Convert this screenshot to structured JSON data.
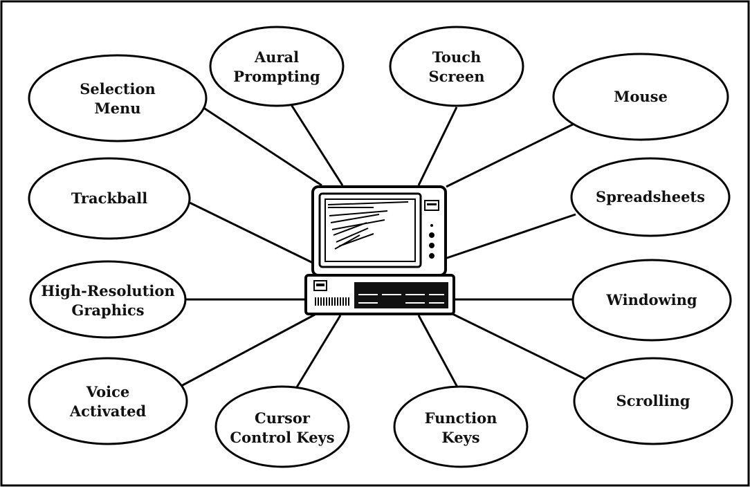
{
  "diagram": {
    "center": {
      "name": "computer",
      "icon": "desktop-computer-icon"
    },
    "nodes": [
      {
        "id": "selection-menu",
        "lines": [
          "Selection",
          "Menu"
        ]
      },
      {
        "id": "aural-prompting",
        "lines": [
          "Aural",
          "Prompting"
        ]
      },
      {
        "id": "touch-screen",
        "lines": [
          "Touch",
          "Screen"
        ]
      },
      {
        "id": "mouse",
        "lines": [
          "Mouse"
        ]
      },
      {
        "id": "trackball",
        "lines": [
          "Trackball"
        ]
      },
      {
        "id": "spreadsheets",
        "lines": [
          "Spreadsheets"
        ]
      },
      {
        "id": "high-resolution-graphics",
        "lines": [
          "High-Resolution",
          "Graphics"
        ]
      },
      {
        "id": "windowing",
        "lines": [
          "Windowing"
        ]
      },
      {
        "id": "voice-activated",
        "lines": [
          "Voice",
          "Activated"
        ]
      },
      {
        "id": "cursor-control-keys",
        "lines": [
          "Cursor",
          "Control Keys"
        ]
      },
      {
        "id": "function-keys",
        "lines": [
          "Function",
          "Keys"
        ]
      },
      {
        "id": "scrolling",
        "lines": [
          "Scrolling"
        ]
      }
    ]
  }
}
